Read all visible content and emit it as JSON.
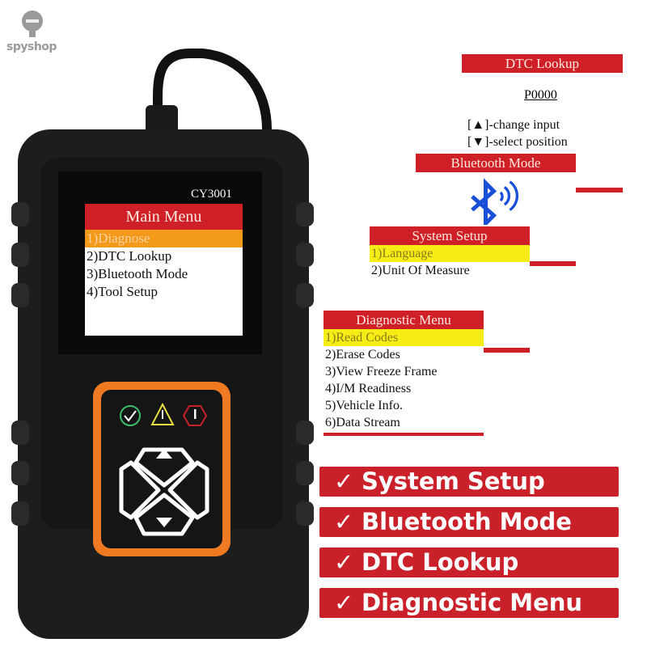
{
  "logo": {
    "text": "spyshop"
  },
  "device": {
    "model": "CY3001",
    "screen": {
      "title": "Main Menu",
      "items": [
        "1)Diagnose",
        "2)DTC Lookup",
        "3)Bluetooth Mode",
        "4)Tool Setup"
      ],
      "selected_index": 0
    },
    "indicators": [
      "check-icon",
      "warning-icon",
      "error-icon"
    ],
    "buttons": [
      "up-button",
      "down-button",
      "back-button",
      "enter-button"
    ]
  },
  "dtc_lookup": {
    "title": "DTC Lookup",
    "code": "P0000",
    "hints": [
      "[▲]-change input",
      "[▼]-select position"
    ]
  },
  "bluetooth_mode": {
    "title": "Bluetooth Mode",
    "icon": "bluetooth-icon"
  },
  "system_setup": {
    "title": "System Setup",
    "items": [
      "1)Language",
      "2)Unit Of Measure"
    ],
    "selected_index": 0
  },
  "diagnostic_menu": {
    "title": "Diagnostic Menu",
    "items": [
      "1)Read Codes",
      "2)Erase Codes",
      "3)View Freeze Frame",
      "4)I/M Readiness",
      "5)Vehicle Info.",
      "6)Data Stream"
    ],
    "selected_index": 0
  },
  "features": [
    {
      "check": "✓",
      "label": "System Setup"
    },
    {
      "check": "✓",
      "label": "Bluetooth Mode"
    },
    {
      "check": "✓",
      "label": "DTC Lookup"
    },
    {
      "check": "✓",
      "label": "Diagnostic Menu"
    }
  ],
  "colors": {
    "red": "#cf2027",
    "yellow": "#f6ec16",
    "orange": "#f07a22",
    "bluetooth": "#1a4fd8"
  }
}
